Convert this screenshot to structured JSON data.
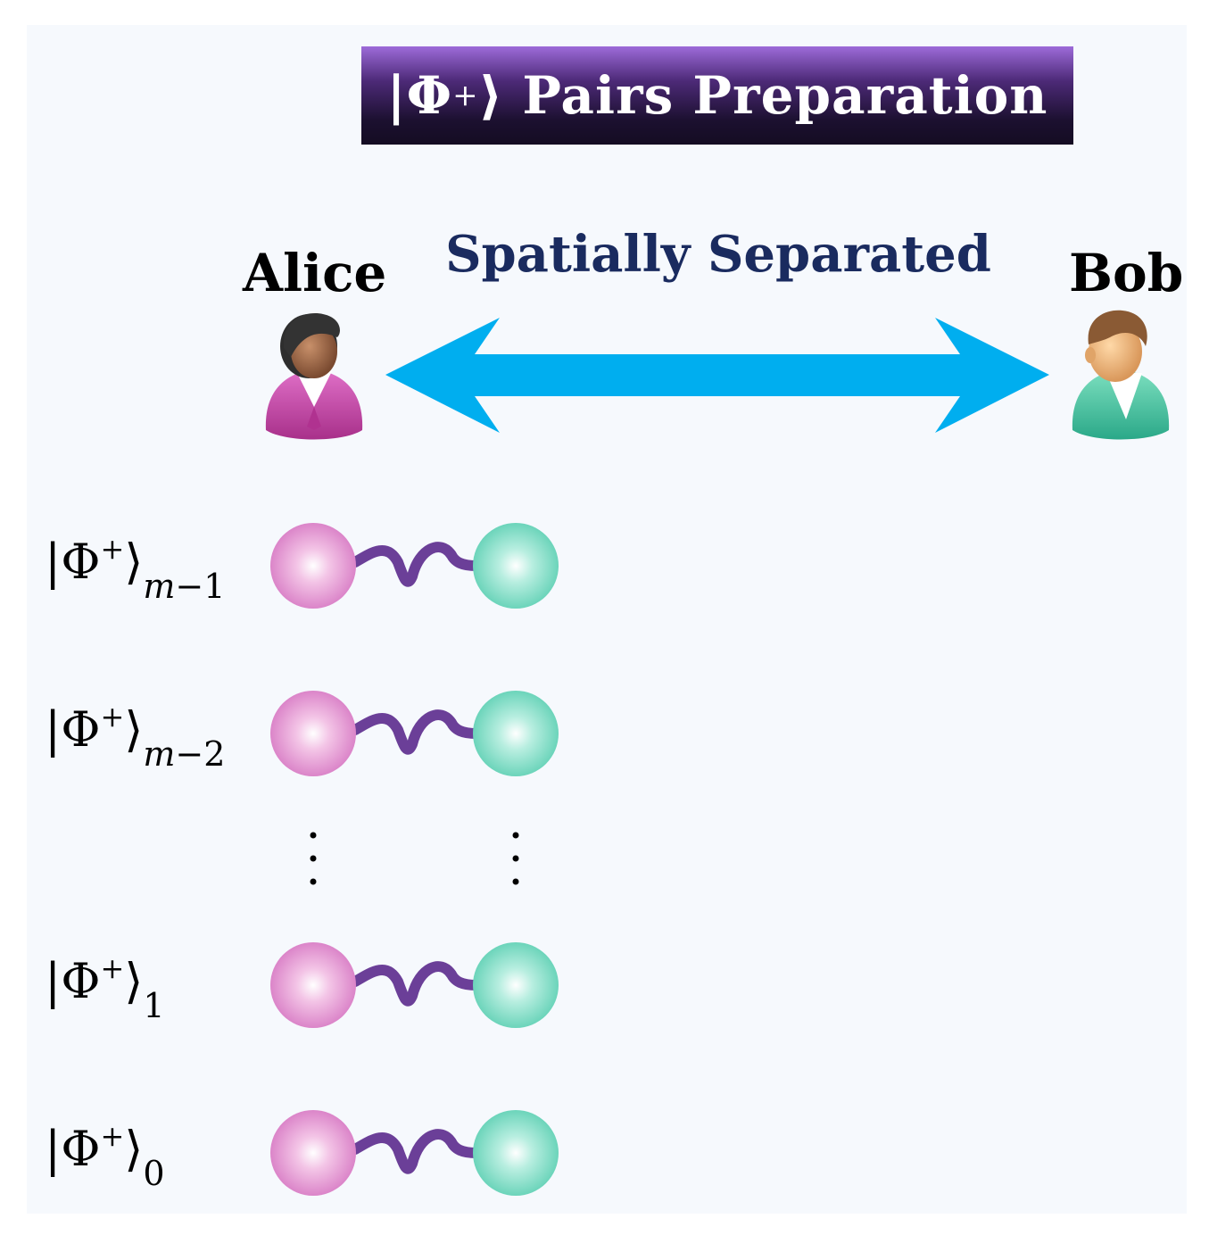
{
  "title": {
    "ket_open": "|Φ",
    "plus": "+",
    "ket_close": "⟩",
    "text": "Pairs Preparation"
  },
  "parties": {
    "alice": "Alice",
    "bob": "Bob",
    "separation": "Spatially Separated"
  },
  "pairs": [
    {
      "ket": "|Φ",
      "plus": "+",
      "close": "⟩",
      "sub_var": "m",
      "sub_rest": "−1"
    },
    {
      "ket": "|Φ",
      "plus": "+",
      "close": "⟩",
      "sub_var": "m",
      "sub_rest": "−2"
    },
    {
      "ket": "|Φ",
      "plus": "+",
      "close": "⟩",
      "sub_var": "",
      "sub_rest": "1"
    },
    {
      "ket": "|Φ",
      "plus": "+",
      "close": "⟩",
      "sub_var": "",
      "sub_rest": "0"
    }
  ],
  "colors": {
    "alice_qubit": "#d77ac4",
    "bob_qubit": "#5fd0b4",
    "link": "#6b3f98",
    "arrow": "#00aeef",
    "title_gradient_top": "#9d6bd9",
    "title_gradient_bottom": "#140c22"
  },
  "icons": {
    "alice": "female-user-icon",
    "bob": "male-user-icon"
  }
}
